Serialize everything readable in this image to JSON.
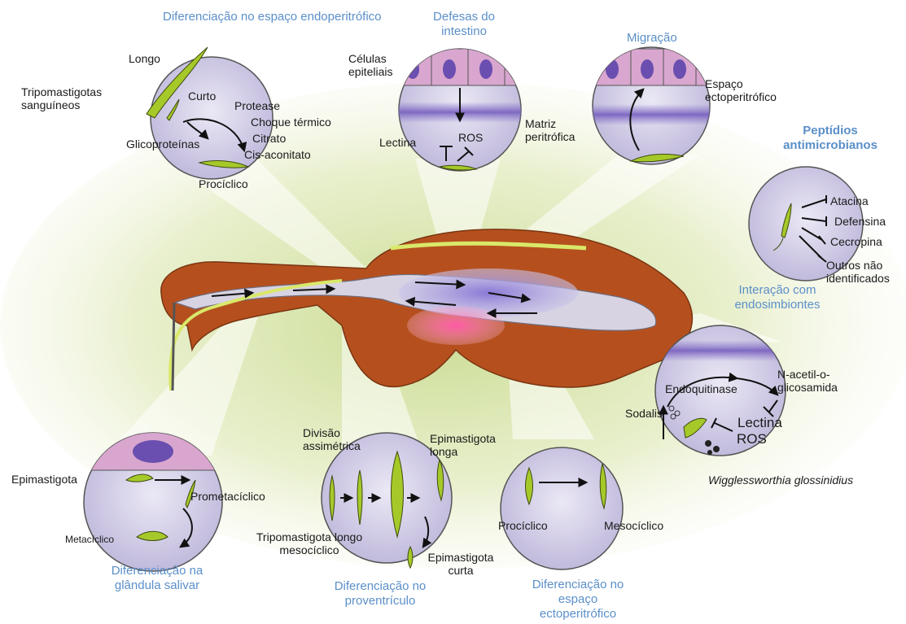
{
  "colors": {
    "circle_fill": "#c9c3e0",
    "circle_stroke": "#555555",
    "body_brown": "#b5501e",
    "parasite_green": "#a6c92a",
    "title_blue": "#5b8fc9",
    "epithelium_pink": "#d9a6cf",
    "nucleus_purple": "#6a4fb0",
    "matrix_band": "#8a75c9",
    "salivary_pink": "#ef7fb7"
  },
  "panels": {
    "endoperitrophic": {
      "title": "Diferenciação no espaço endoperitrófico",
      "labels": [
        "Longo",
        "Tripomastigotas sanguíneos",
        "Curto",
        "Protease",
        "Choque térmico",
        "Citrato",
        "Cis-aconitato",
        "Glicoproteínas",
        "Procíclico"
      ]
    },
    "gut_defenses": {
      "title": "Defesas do intestino",
      "labels": [
        "Células epiteliais",
        "Lectina",
        "ROS",
        "Matriz peritrófica"
      ]
    },
    "migration": {
      "title": "Migração",
      "labels": [
        "Espaço ectoperitrófico"
      ]
    },
    "antimicrobial": {
      "title": "Peptídios antimicrobianos",
      "labels": [
        "Atacina",
        "Defensina",
        "Cecropina",
        "Outros não identificados"
      ]
    },
    "endosymbionts": {
      "title": "Interação com endosimbiontes",
      "labels": [
        "Endoquitinase",
        "N-acetil-o-glicosamida",
        "Sodalis",
        "Lectina",
        "ROS"
      ],
      "species": "Wigglessworthia glossinidius"
    },
    "salivary": {
      "title": "Diferenciação na glândula salivar",
      "labels": [
        "Epimastigota",
        "Prometacíclico",
        "Metacíclico"
      ]
    },
    "proventriculus": {
      "title": "Diferenciação no proventrículo",
      "labels": [
        "Divisão assimétrica",
        "Epimastigota longa",
        "Tripomastigota longo mesocíclico",
        "Epimastigota curta"
      ]
    },
    "ectoperitrophic": {
      "title": "Diferenciação no espaço ectoperitrófico",
      "labels": [
        "Procíclico",
        "Mesocíclico"
      ]
    }
  }
}
